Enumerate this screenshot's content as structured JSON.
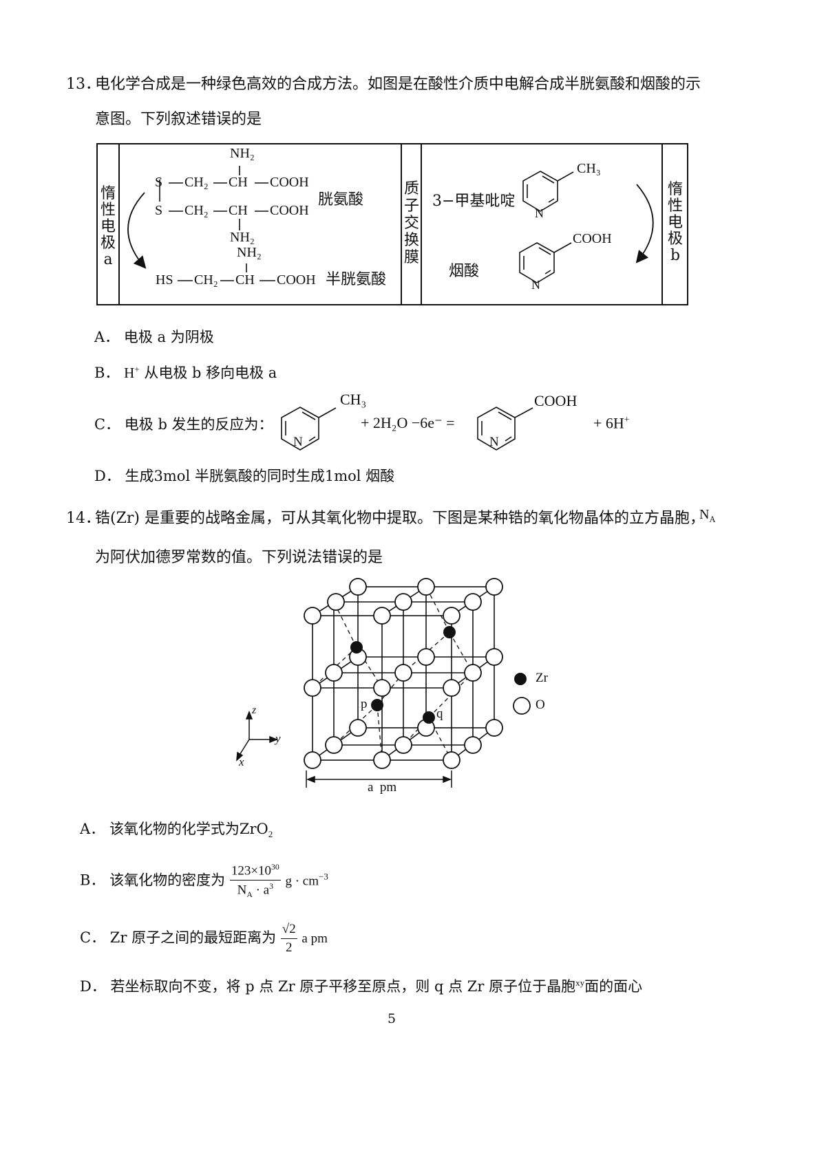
{
  "q13": {
    "number": "13．",
    "line1": "电化学合成是一种绿色高效的合成方法。如图是在酸性介质中电解合成半胱氨酸和烟酸的示",
    "line2": "意图。下列叙述错误的是",
    "diagram": {
      "electrode_a_chars": [
        "惰",
        "性",
        "电",
        "极",
        "a"
      ],
      "electrode_b_chars": [
        "惰",
        "性",
        "电",
        "极",
        "b"
      ],
      "membrane_chars": [
        "质",
        "子",
        "交",
        "换",
        "膜"
      ],
      "cystine_label": "胱氨酸",
      "cysteine_label": "半胱氨酸",
      "methylpyridine_label": "3−甲基吡啶",
      "nicotinic_label": "烟酸",
      "nh2": "NH₂",
      "ch3": "CH₃",
      "cooh": "COOH",
      "n": "N",
      "s": "S",
      "hs": "HS",
      "ch2": "CH₂",
      "ch": "CH"
    },
    "options": {
      "A": {
        "letter": "A．",
        "text": "电极 a 为阴极"
      },
      "B": {
        "letter": "B．",
        "h": "H",
        "plus": "+",
        "text": "从电极 b 移向电极 a"
      },
      "C": {
        "letter": "C．",
        "text": "电极 b 发生的反应为：",
        "mid": "+ 2H₂O −6e⁻ =",
        "end": "+ 6H",
        "plus": "+"
      },
      "D": {
        "letter": "D．",
        "text": "生成3mol 半胱氨酸的同时生成1mol 烟酸"
      }
    }
  },
  "q14": {
    "number": "14．",
    "line1": "锆(Zr) 是重要的战略金属，可从其氧化物中提取。下图是某种锆的氧化物晶体的立方晶胞，",
    "na_n": "N",
    "na_a": "A",
    "line2": "为阿伏加德罗常数的值。下列说法错误的是",
    "figure": {
      "legend_zr": "Zr",
      "legend_o": "O",
      "label_p": "p",
      "label_q": "q",
      "axis_x": "x",
      "axis_y": "y",
      "axis_z": "z",
      "dimension": "a  pm"
    },
    "options": {
      "A": {
        "letter": "A．",
        "text": "该氧化物的化学式为ZrO",
        "sub": "2"
      },
      "B": {
        "letter": "B．",
        "text": "该氧化物的密度为",
        "num": "123×10",
        "num_sup": "30",
        "den": "N",
        "den_sub": "A",
        "den_tail": "· a",
        "den_sup": "3",
        "unit": "g · cm",
        "unit_sup": "−3"
      },
      "C": {
        "letter": "C．",
        "text": "Zr 原子之间的最短距离为",
        "num": "√2",
        "den": "2",
        "unit": "a pm"
      },
      "D": {
        "letter": "D．",
        "text": "若坐标取向不变，将 p 点 Zr 原子平移至原点，则 q 点 Zr 原子位于晶胞",
        "xy": "xy",
        "tail": "面的面心"
      }
    }
  },
  "page_number": "5"
}
